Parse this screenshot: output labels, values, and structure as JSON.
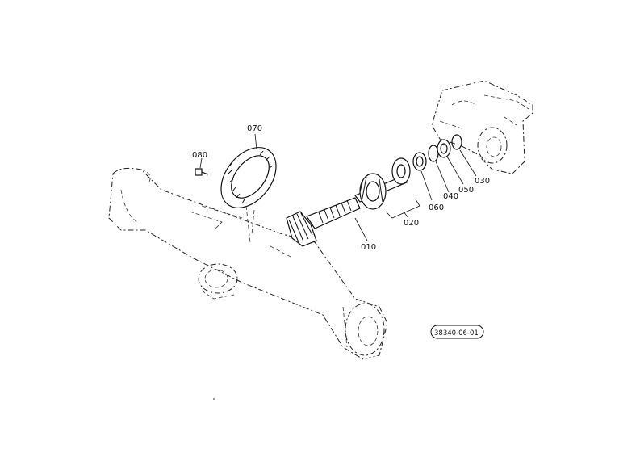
{
  "diagram": {
    "callouts": {
      "c010": "010",
      "c020": "020",
      "c030": "030",
      "c040": "040",
      "c050": "050",
      "c060": "060",
      "c070": "070",
      "c080": "080"
    },
    "reference_code": "38340-06-01"
  }
}
